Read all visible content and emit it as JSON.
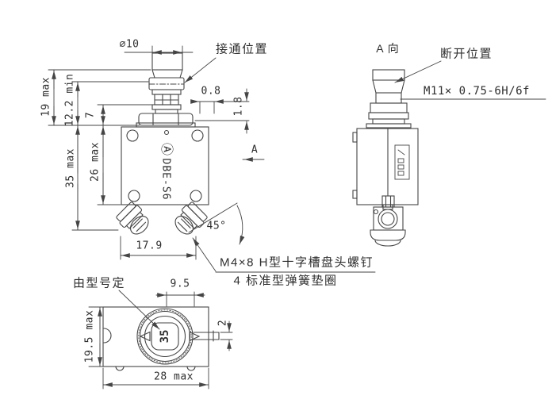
{
  "colors": {
    "line": "#454545",
    "text": "#2e2e2e",
    "background": "#ffffff"
  },
  "front_view": {
    "dia": "∅10",
    "on_label": "接通位置",
    "dim_0_8": "0.8",
    "dim_1_8": "1.8",
    "dim_19": "19 max",
    "dim_12_2": "12.2 min",
    "dim_7": "7",
    "dim_35": "35 max",
    "dim_26": "26 max",
    "logo": "Ⓐ",
    "model": "DBE-S6",
    "section_label": "A",
    "dim_17_9": "17.9",
    "angle": "45°"
  },
  "side_view": {
    "title": "A 向",
    "off_label": "断开位置",
    "thread": "M11× 0.75-6H/6f"
  },
  "bottom_view": {
    "note": "由型号定",
    "dim_9_5": "9.5",
    "dim_19_5": "19.5 max",
    "dim_2": "2",
    "dim_28": "28 max",
    "rating": "35"
  },
  "notes": {
    "line1": "M4×8  H型十字槽盘头螺钉",
    "line2": "4  标准型弹簧垫圈"
  }
}
